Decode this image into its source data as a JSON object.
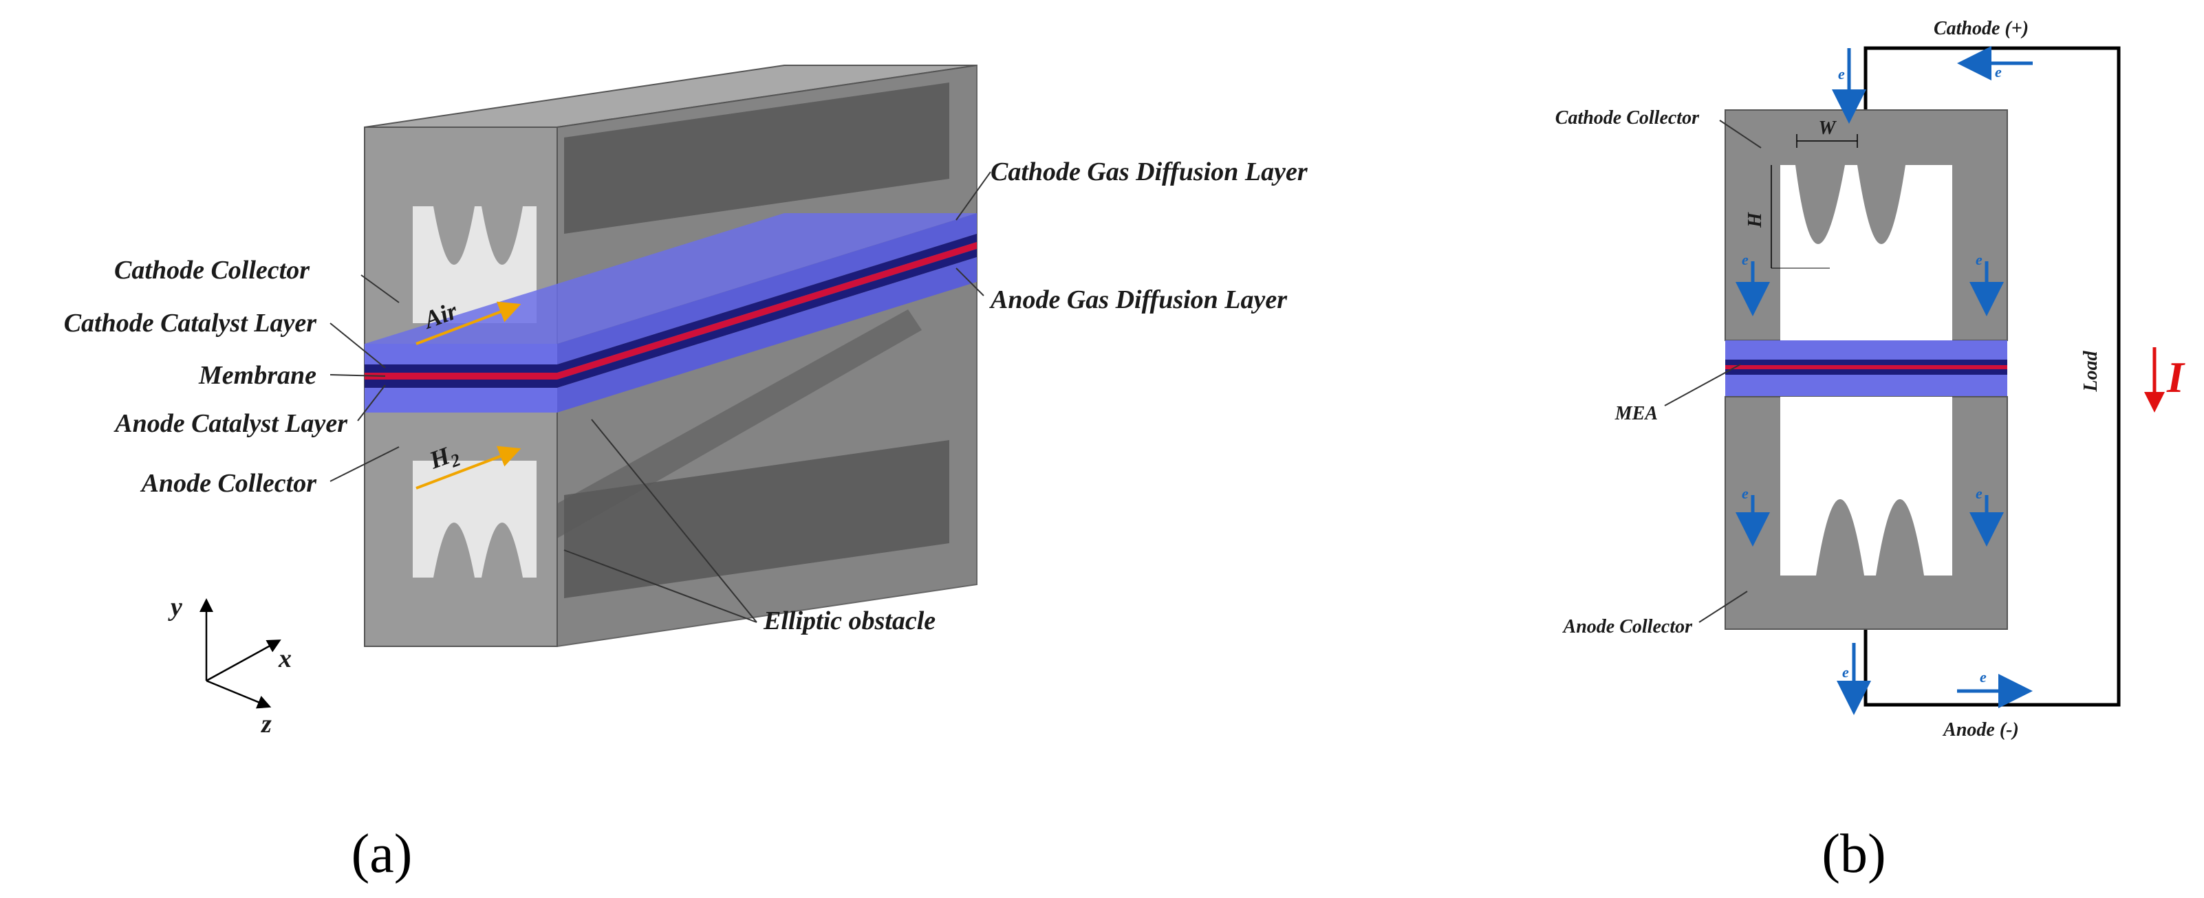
{
  "panel_a": {
    "tag": "(a)",
    "labels": {
      "cathode_gdl": "Cathode Gas Diffusion Layer",
      "anode_gdl": "Anode Gas Diffusion Layer",
      "cathode_collector": "Cathode Collector",
      "cathode_catalyst": "Cathode Catalyst Layer",
      "membrane": "Membrane",
      "anode_catalyst": "Anode Catalyst Layer",
      "anode_collector": "Anode Collector",
      "elliptic_obstacle": "Elliptic obstacle",
      "air": "Air",
      "h2_base": "H",
      "h2_sub": "2"
    },
    "axes": {
      "y": "y",
      "x": "x",
      "z": "z"
    }
  },
  "panel_b": {
    "tag": "(b)",
    "labels": {
      "cathode_terminal": "Cathode (+)",
      "anode_terminal": "Anode (-)",
      "cathode_collector": "Cathode Collector",
      "anode_collector": "Anode Collector",
      "mea": "MEA",
      "load": "Load",
      "current": "I",
      "width": "W",
      "height": "H",
      "electron": "e"
    }
  },
  "colors": {
    "collector_gray": "#8a8a8a",
    "gdl_blue": "#6b6fe6",
    "catalyst_navy": "#1c1c7a",
    "membrane_red": "#d0103a",
    "electron_blue": "#1565c0",
    "current_red": "#e01010",
    "flow_orange": "#f0a500"
  }
}
